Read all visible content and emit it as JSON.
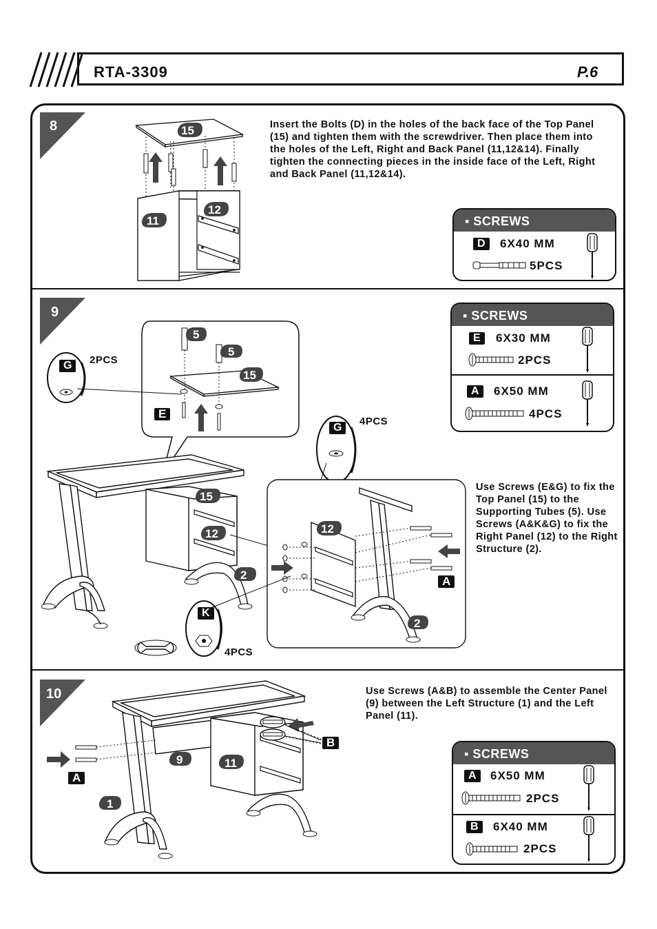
{
  "header": {
    "model": "RTA-3309",
    "page": "P.6"
  },
  "step8": {
    "number": "8",
    "instruction": "Insert the Bolts (D) in the holes of the back face of the Top Panel (15) and tighten them with the screwdriver. Then place them into the holes of the Left, Right and Back Panel (11,12&14). Finally tighten the connecting pieces in the inside face of the Left, Right and Back Panel (11,12&14).",
    "parts": {
      "top": "15",
      "left": "11",
      "right": "12"
    },
    "screws": {
      "title": "SCREWS",
      "items": [
        {
          "tag": "D",
          "spec": "6X40 MM",
          "qty": "5PCS"
        }
      ]
    }
  },
  "step9": {
    "number": "9",
    "instruction": "Use Screws (E&G) to fix the Top Panel (15) to the Supporting Tubes (5). Use Screws (A&K&G) to fix the Right Panel (12) to the Right Structure (2).",
    "parts": {
      "tube": "5",
      "top": "15",
      "right": "12",
      "structure": "2"
    },
    "g_small": {
      "tag": "G",
      "qty": "2PCS"
    },
    "g_large": {
      "tag": "G",
      "qty": "4PCS"
    },
    "k": {
      "tag": "K",
      "qty": "4PCS"
    },
    "e_tag": "E",
    "a_tag": "A",
    "screws": {
      "title": "SCREWS",
      "items": [
        {
          "tag": "E",
          "spec": "6X30 MM",
          "qty": "2PCS"
        },
        {
          "tag": "A",
          "spec": "6X50 MM",
          "qty": "4PCS"
        }
      ]
    }
  },
  "step10": {
    "number": "10",
    "instruction": "Use Screws (A&B) to assemble the Center Panel (9) between the Left Structure (1) and the Left Panel (11).",
    "parts": {
      "center": "9",
      "left_panel": "11",
      "left_structure": "1"
    },
    "a_tag": "A",
    "b_tag": "B",
    "screws": {
      "title": "SCREWS",
      "items": [
        {
          "tag": "A",
          "spec": "6X50 MM",
          "qty": "2PCS"
        },
        {
          "tag": "B",
          "spec": "6X40 MM",
          "qty": "2PCS"
        }
      ]
    }
  }
}
